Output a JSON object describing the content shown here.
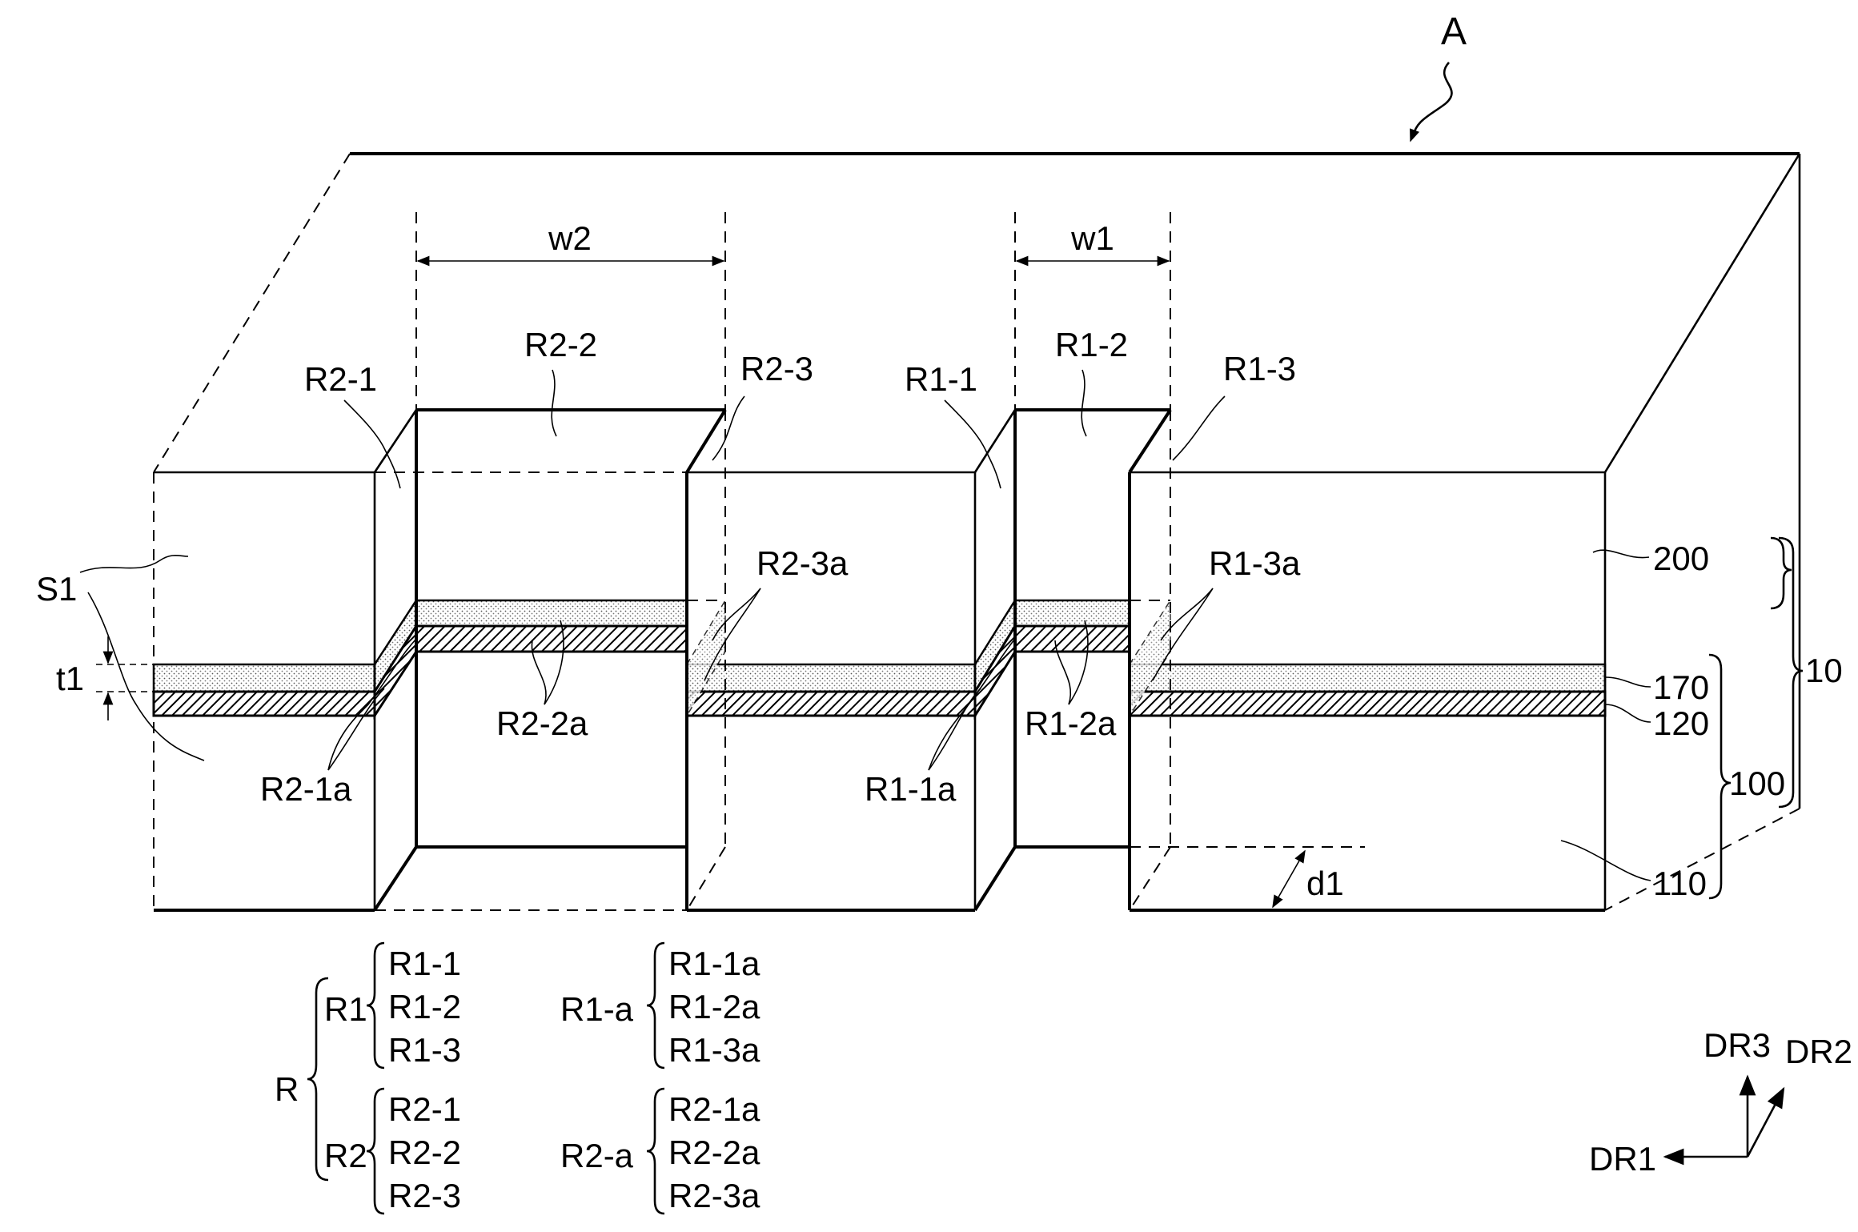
{
  "figure": {
    "title_label": "A",
    "dimensions": {
      "w2": "w2",
      "w1": "w1",
      "t1": "t1",
      "d1": "d1"
    },
    "region_labels": {
      "r2_1": "R2-1",
      "r2_2": "R2-2",
      "r2_3": "R2-3",
      "r1_1": "R1-1",
      "r1_2": "R1-2",
      "r1_3": "R1-3",
      "r2_3a": "R2-3a",
      "r1_3a": "R1-3a",
      "r2_2a": "R2-2a",
      "r1_2a": "R1-2a",
      "r2_1a": "R2-1a",
      "r1_1a": "R1-1a"
    },
    "surface_label": "S1",
    "layer_labels": {
      "l200": "200",
      "l170": "170",
      "l120": "120",
      "l100": "100",
      "l110": "110",
      "l10": "10"
    },
    "legend": {
      "R": "R",
      "R1": "R1",
      "R1_items": [
        "R1-1",
        "R1-2",
        "R1-3"
      ],
      "R2": "R2",
      "R2_items": [
        "R2-1",
        "R2-2",
        "R2-3"
      ],
      "R1a": "R1-a",
      "R1a_items": [
        "R1-1a",
        "R1-2a",
        "R1-3a"
      ],
      "R2a": "R2-a",
      "R2a_items": [
        "R2-1a",
        "R2-2a",
        "R2-3a"
      ]
    },
    "axes": {
      "dr1": "DR1",
      "dr2": "DR2",
      "dr3": "DR3"
    }
  }
}
